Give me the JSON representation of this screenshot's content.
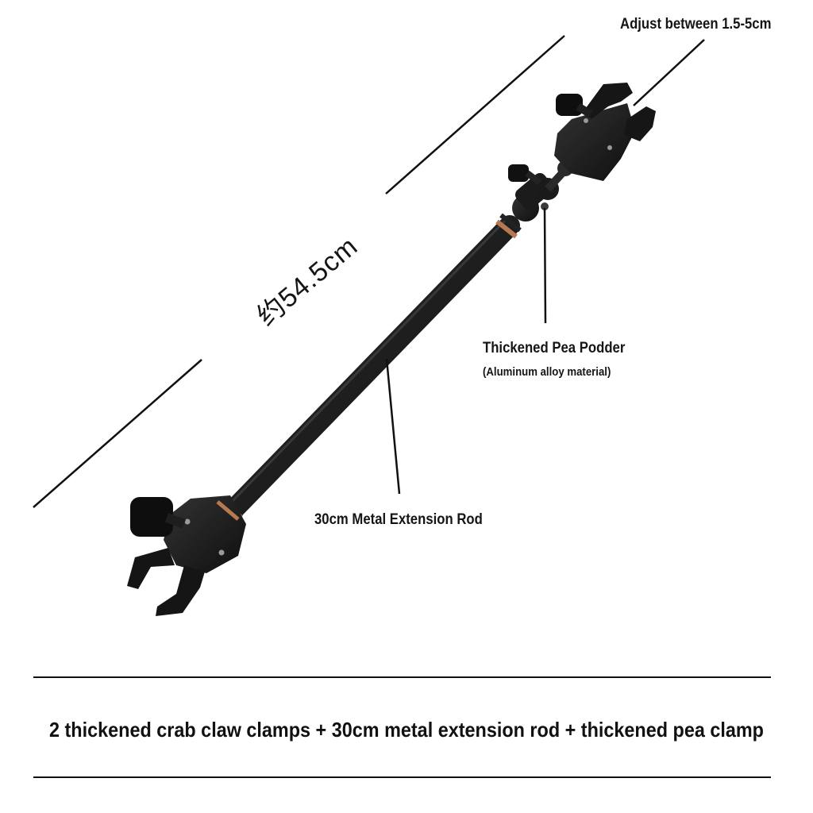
{
  "labels": {
    "adjust_range": "Adjust between 1.5-5cm",
    "total_length": "约54.5cm",
    "pea_podder": "Thickened Pea Podder",
    "pea_material": "(Aluminum alloy material)",
    "extension_rod": "30cm Metal Extension Rod"
  },
  "summary": {
    "text": "2 thickened crab claw clamps + 30cm metal extension rod + thickened pea clamp"
  },
  "icons": {
    "product": "crab-claw-clamp-extension-rod-assembly"
  },
  "colors": {
    "background": "#ffffff",
    "text": "#111111",
    "metal": "#1c1c1c",
    "copper_ring": "#b7794f"
  }
}
